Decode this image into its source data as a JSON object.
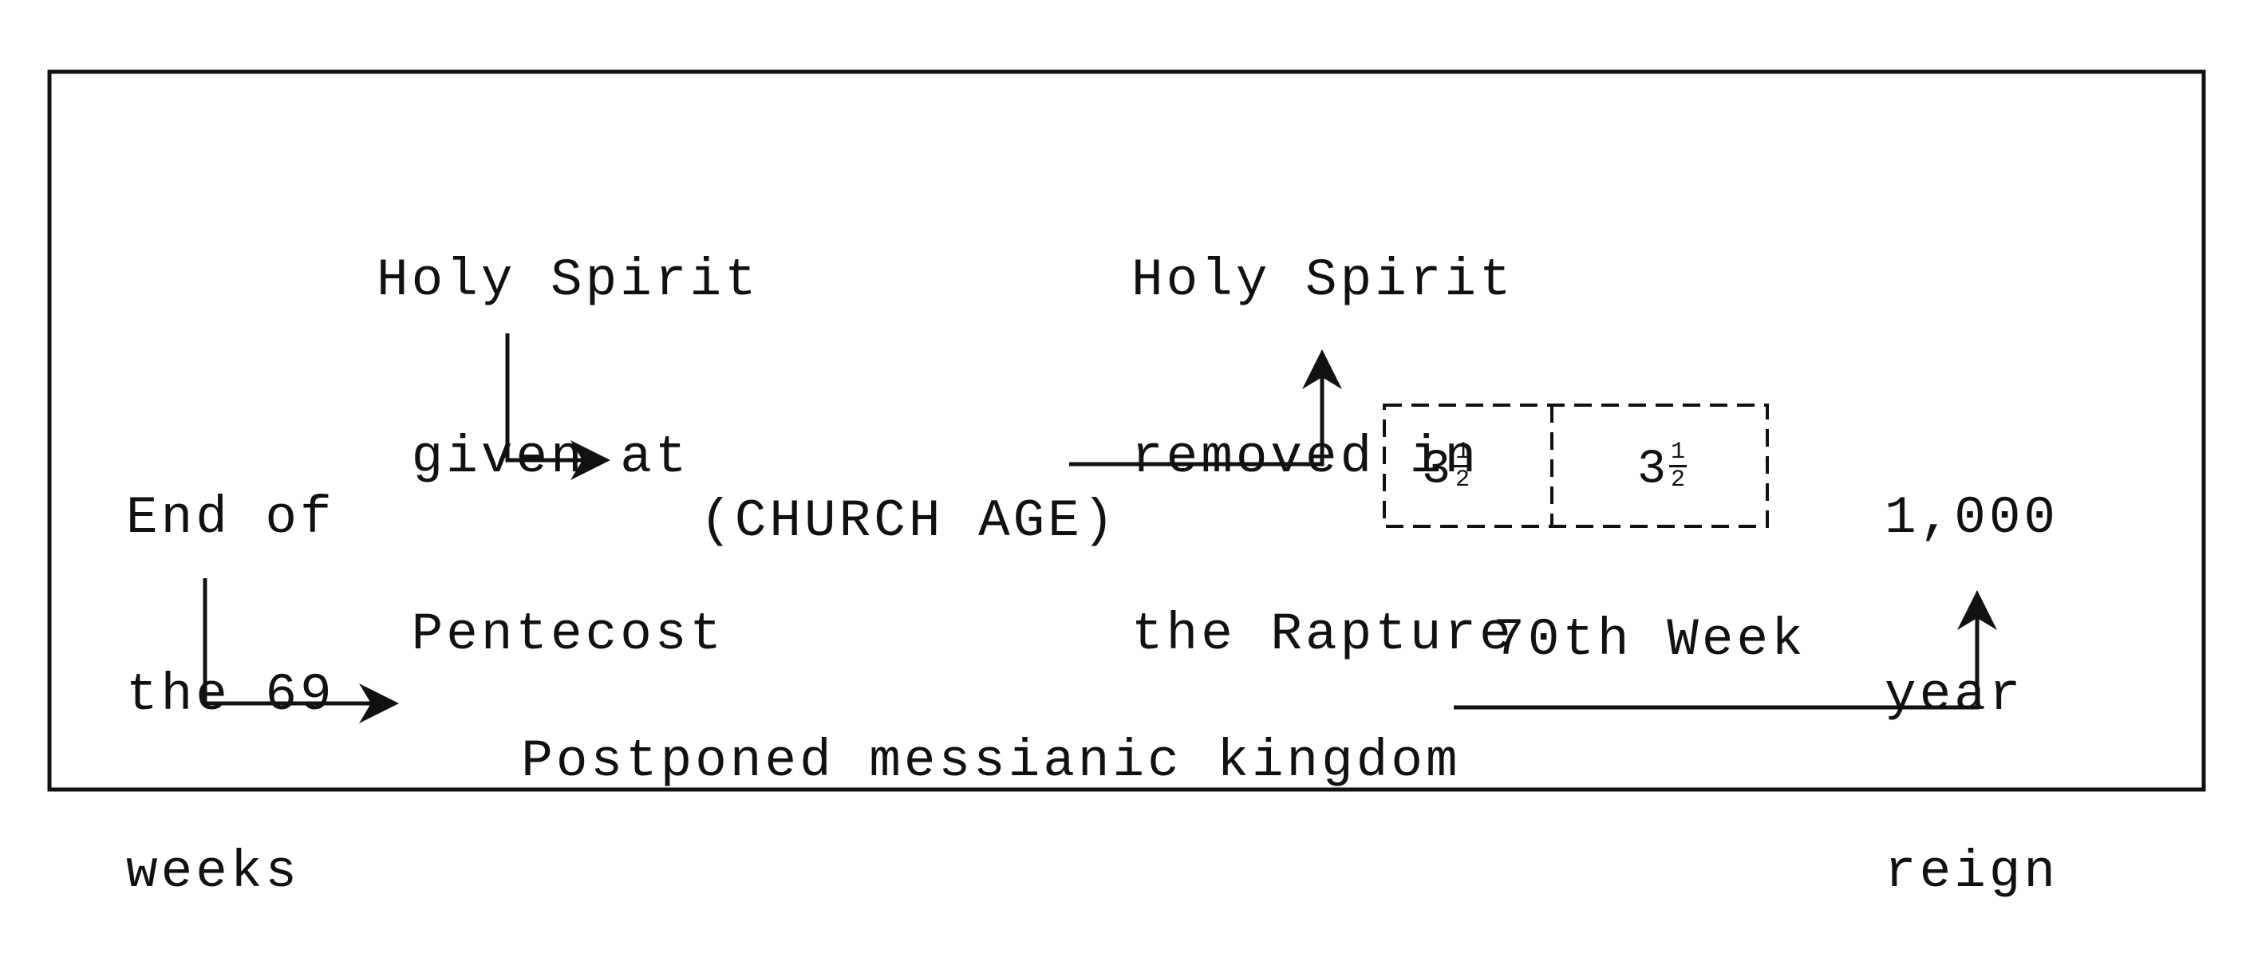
{
  "labels": {
    "holy_spirit_given": [
      "Holy Spirit",
      " given at",
      " Pentecost"
    ],
    "holy_spirit_removed": [
      "Holy Spirit",
      "removed in",
      "the Rapture"
    ],
    "end_of_69_weeks": [
      "End of",
      "the 69",
      "weeks"
    ],
    "church_age": "(CHURCH AGE)",
    "postponed_kingdom": "Postponed messianic kingdom",
    "seventieth_week": "70th Week",
    "thousand_year_reign": [
      "1,000",
      "year",
      "reign"
    ]
  },
  "seventieth_week_halves": [
    {
      "whole": "3",
      "numerator": "1",
      "denominator": "2"
    },
    {
      "whole": "3",
      "numerator": "1",
      "denominator": "2"
    }
  ],
  "colors": {
    "ink": "#111111",
    "background": "#ffffff"
  }
}
